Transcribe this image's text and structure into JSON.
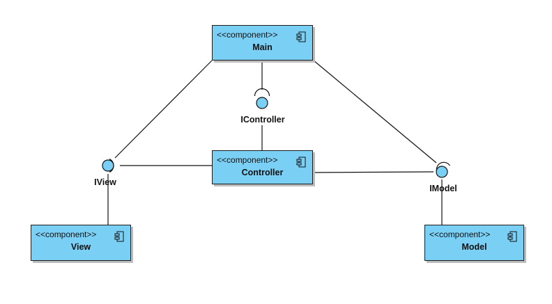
{
  "diagram": {
    "components": [
      {
        "id": "main",
        "stereotype": "<<component>>",
        "name": "Main",
        "icon": "component-icon"
      },
      {
        "id": "controller",
        "stereotype": "<<component>>",
        "name": "Controller",
        "icon": "component-icon"
      },
      {
        "id": "view",
        "stereotype": "<<component>>",
        "name": "View",
        "icon": "component-icon"
      },
      {
        "id": "model",
        "stereotype": "<<component>>",
        "name": "Model",
        "icon": "component-icon"
      }
    ],
    "interfaces": [
      {
        "id": "icontroller",
        "name": "IController"
      },
      {
        "id": "iview",
        "name": "IView"
      },
      {
        "id": "imodel",
        "name": "IModel"
      }
    ],
    "connections": [
      {
        "from": "main",
        "to": "icontroller",
        "kind": "required"
      },
      {
        "from": "controller",
        "to": "icontroller",
        "kind": "provided"
      },
      {
        "from": "main",
        "to": "iview",
        "kind": "required"
      },
      {
        "from": "controller",
        "to": "iview",
        "kind": "required"
      },
      {
        "from": "view",
        "to": "iview",
        "kind": "provided"
      },
      {
        "from": "main",
        "to": "imodel",
        "kind": "required"
      },
      {
        "from": "controller",
        "to": "imodel",
        "kind": "required"
      },
      {
        "from": "model",
        "to": "imodel",
        "kind": "provided"
      }
    ],
    "colors": {
      "component_fill": "#7acff5",
      "interface_fill": "#7acff5",
      "line": "#111111"
    }
  }
}
